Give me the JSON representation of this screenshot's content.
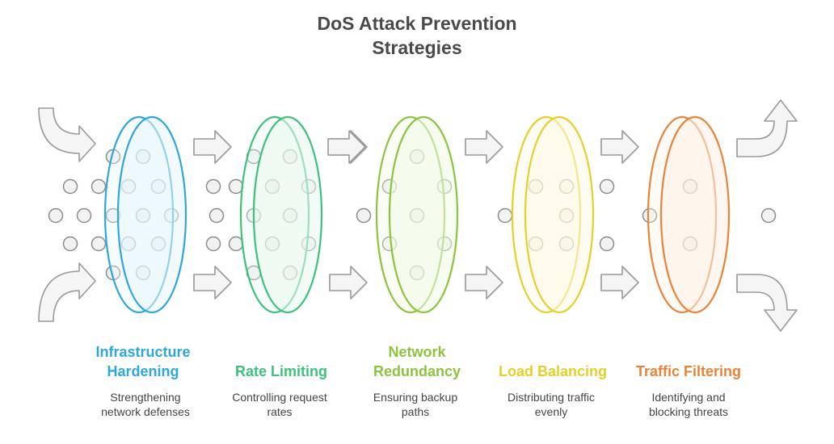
{
  "title": {
    "line1": "DoS Attack Prevention",
    "line2": "Strategies"
  },
  "colors": {
    "arrow_fill": "#f5f5f5",
    "arrow_stroke": "#9a9a9a",
    "dot_fill": "#f2f2f2",
    "dot_stroke": "#8c8c8c"
  },
  "stages": [
    {
      "id": "infrastructure-hardening",
      "label_lines": [
        "Infrastructure",
        "Hardening"
      ],
      "desc_lines": [
        "Strengthening",
        "network defenses"
      ],
      "color": "#2fa7d9",
      "fill": "#e8f6fc"
    },
    {
      "id": "rate-limiting",
      "label_lines": [
        "Rate Limiting"
      ],
      "desc_lines": [
        "Controlling request",
        "rates"
      ],
      "color": "#3fc07f",
      "fill": "#e9f8ef"
    },
    {
      "id": "network-redundancy",
      "label_lines": [
        "Network",
        "Redundancy"
      ],
      "desc_lines": [
        "Ensuring backup",
        "paths"
      ],
      "color": "#8cc43f",
      "fill": "#f1f9e6"
    },
    {
      "id": "load-balancing",
      "label_lines": [
        "Load Balancing"
      ],
      "desc_lines": [
        "Distributing traffic",
        "evenly"
      ],
      "color": "#e5cf2a",
      "fill": "#fdf9e3"
    },
    {
      "id": "traffic-filtering",
      "label_lines": [
        "Traffic Filtering"
      ],
      "desc_lines": [
        "Identifying and",
        "blocking threats"
      ],
      "color": "#e6843a",
      "fill": "#fdf0e6"
    }
  ]
}
